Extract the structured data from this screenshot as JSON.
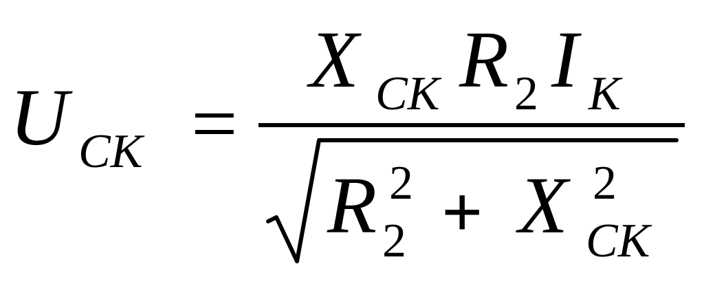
{
  "formula": {
    "lhs": {
      "symbol": "U",
      "subscript": "CK"
    },
    "equals": "=",
    "numerator": {
      "x": "X",
      "x_sub": "CK",
      "r": "R",
      "r_sub": "2",
      "i": "I",
      "i_sub": "K"
    },
    "denominator": {
      "r": "R",
      "r_sub": "2",
      "r_sup": "2",
      "plus": "+",
      "x": "X",
      "x_sub": "CK",
      "x_sup": "2"
    }
  }
}
